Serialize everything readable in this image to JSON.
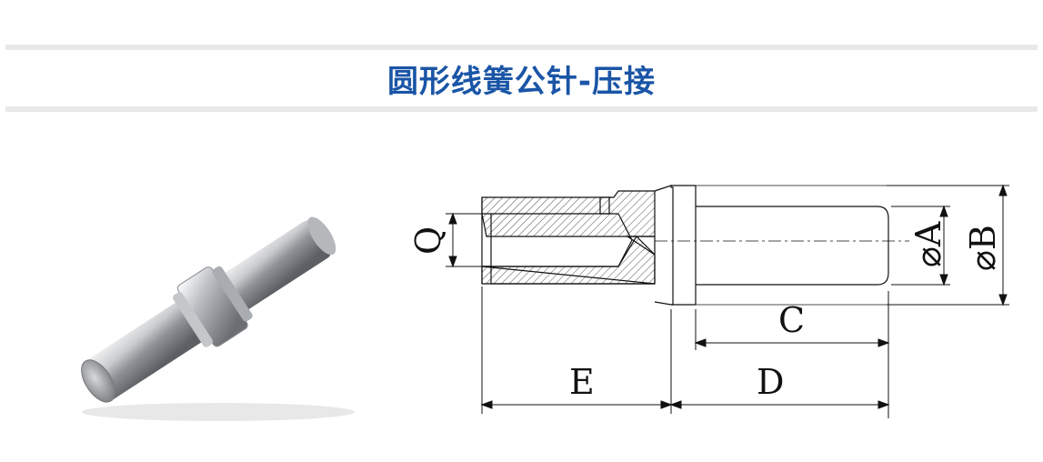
{
  "header": {
    "title": "圆形线簧公针-压接"
  },
  "drawing": {
    "dimensions": {
      "q": "Q",
      "a": "⌀A",
      "b": "⌀B",
      "c": "C",
      "d": "D",
      "e": "E"
    }
  },
  "colors": {
    "title": "#1a55a6",
    "band": "#e9e9e9",
    "line": "#111111"
  }
}
